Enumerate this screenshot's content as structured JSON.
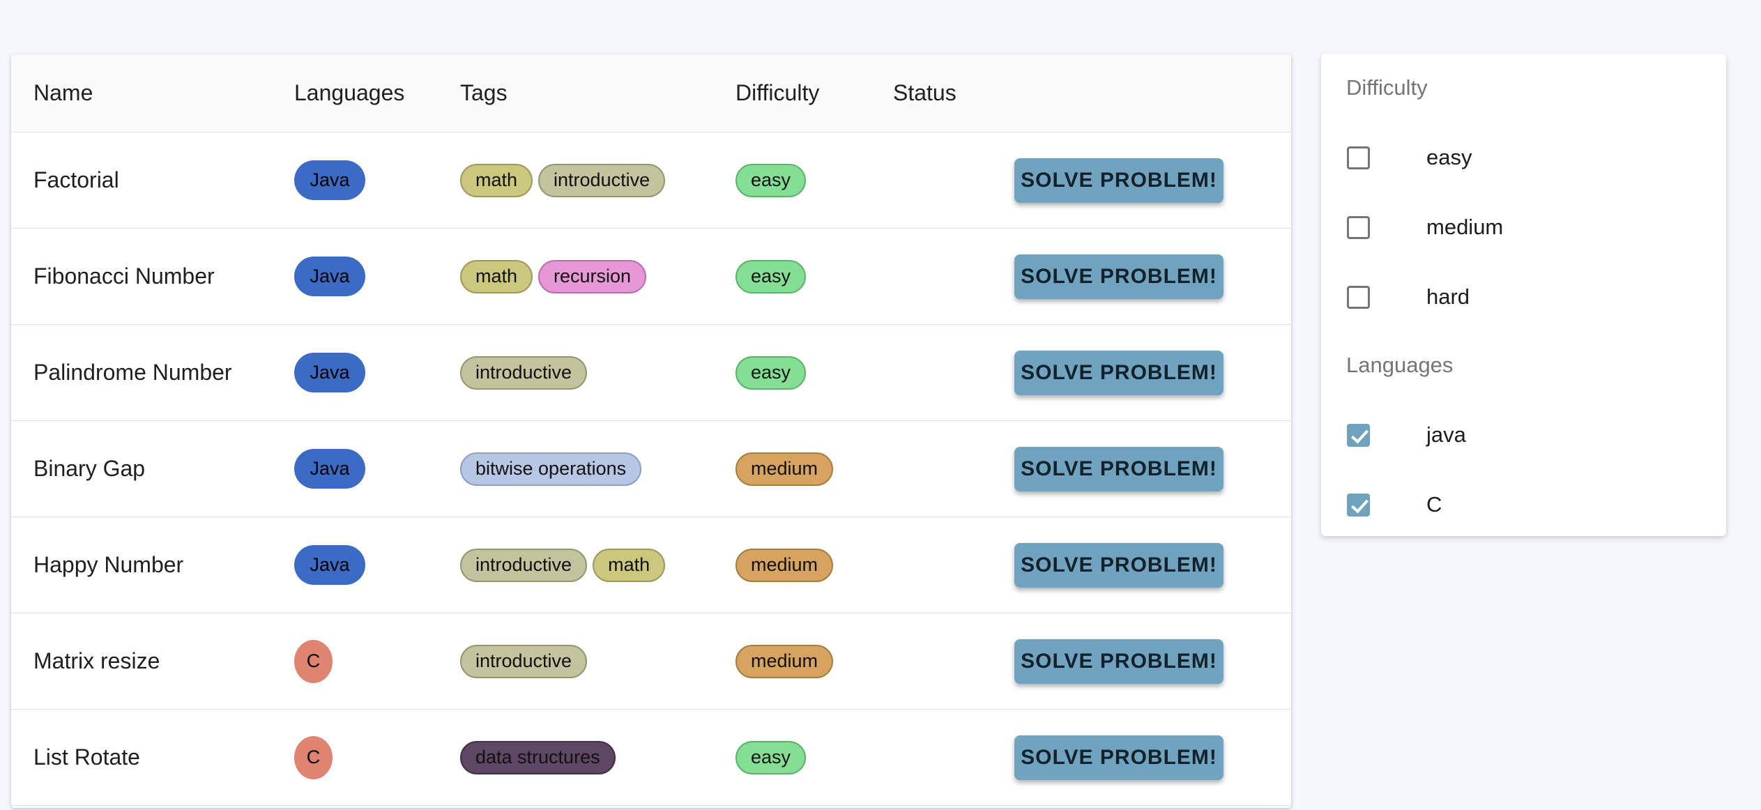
{
  "table": {
    "columns": [
      "Name",
      "Languages",
      "Tags",
      "Difficulty",
      "Status"
    ],
    "action_label": "SOLVE PROBLEM!",
    "rows": [
      {
        "name": "Factorial",
        "language": "Java",
        "tags": [
          "math",
          "introductive"
        ],
        "difficulty": "easy"
      },
      {
        "name": "Fibonacci Number",
        "language": "Java",
        "tags": [
          "math",
          "recursion"
        ],
        "difficulty": "easy"
      },
      {
        "name": "Palindrome Number",
        "language": "Java",
        "tags": [
          "introductive"
        ],
        "difficulty": "easy"
      },
      {
        "name": "Binary Gap",
        "language": "Java",
        "tags": [
          "bitwise operations"
        ],
        "difficulty": "medium"
      },
      {
        "name": "Happy Number",
        "language": "Java",
        "tags": [
          "introductive",
          "math"
        ],
        "difficulty": "medium"
      },
      {
        "name": "Matrix resize",
        "language": "C",
        "tags": [
          "introductive"
        ],
        "difficulty": "medium"
      },
      {
        "name": "List Rotate",
        "language": "C",
        "tags": [
          "data structures"
        ],
        "difficulty": "easy"
      }
    ]
  },
  "filters": {
    "sections": [
      {
        "title": "Difficulty",
        "options": [
          {
            "label": "easy",
            "checked": false
          },
          {
            "label": "medium",
            "checked": false
          },
          {
            "label": "hard",
            "checked": false
          }
        ]
      },
      {
        "title": "Languages",
        "options": [
          {
            "label": "java",
            "checked": true
          },
          {
            "label": "C",
            "checked": true
          }
        ]
      }
    ]
  },
  "colors": {
    "page_background": "#f6f7fb",
    "button": "#6fa3bf",
    "checkbox_checked": "#6fa3bd",
    "languages": {
      "Java": {
        "bg": "#3b6bc5"
      },
      "C": {
        "bg": "#df8470"
      }
    },
    "tags": {
      "math": {
        "bg": "#cbc77c",
        "border": "#9a9a5d"
      },
      "introductive": {
        "bg": "#c2c49e",
        "border": "#94966f"
      },
      "recursion": {
        "bg": "#e697d6",
        "border": "#b96dad"
      },
      "bitwise operations": {
        "bg": "#b7c6e3",
        "border": "#8b9fc8"
      },
      "data structures": {
        "bg": "#5e4765",
        "border": "#403046"
      }
    },
    "difficulty": {
      "easy": {
        "bg": "#84de94",
        "border": "#57b569"
      },
      "medium": {
        "bg": "#d7a360",
        "border": "#a87c3c"
      }
    }
  }
}
